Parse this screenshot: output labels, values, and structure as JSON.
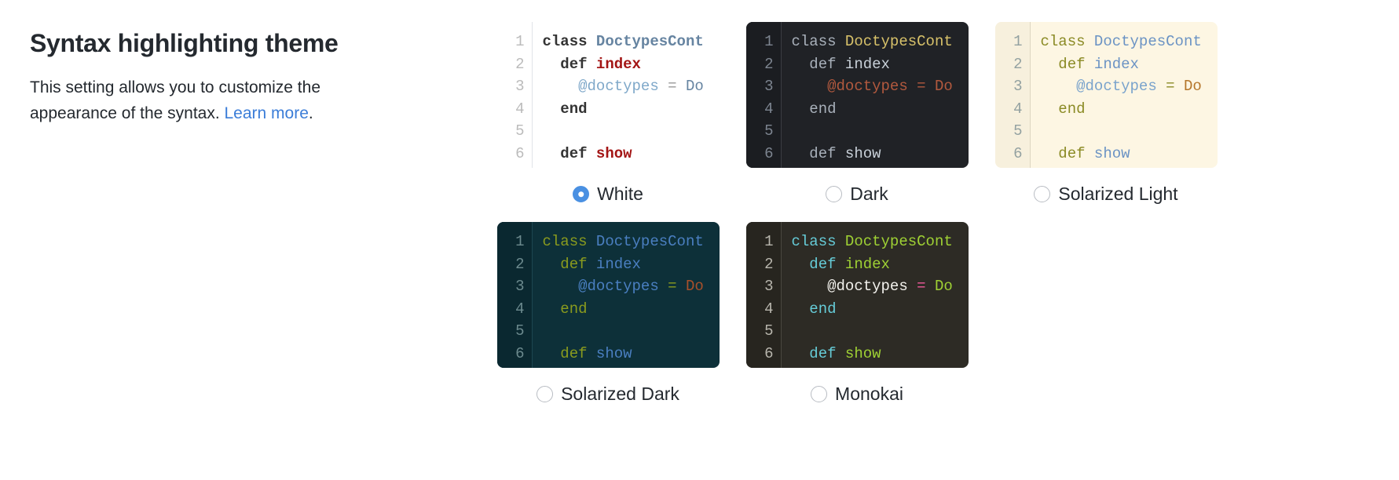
{
  "setting": {
    "title": "Syntax highlighting theme",
    "description_before_link": "This setting allows you to customize the appearance of the syntax. ",
    "link_label": "Learn more",
    "description_after_link": "."
  },
  "code_sample": {
    "line_numbers": [
      "1",
      "2",
      "3",
      "4",
      "5",
      "6"
    ],
    "lines": [
      [
        {
          "t": "class ",
          "c": "kw"
        },
        {
          "t": "DoctypesCont",
          "c": "cls"
        }
      ],
      [
        {
          "t": "  def ",
          "c": "kw"
        },
        {
          "t": "index",
          "c": "fn"
        }
      ],
      [
        {
          "t": "    ",
          "c": "plain"
        },
        {
          "t": "@doctypes",
          "c": "ivar"
        },
        {
          "t": " = ",
          "c": "op"
        },
        {
          "t": "Do",
          "c": "konst"
        }
      ],
      [
        {
          "t": "  end",
          "c": "kw"
        }
      ],
      [
        {
          "t": "",
          "c": "plain"
        }
      ],
      [
        {
          "t": "  def ",
          "c": "kw"
        },
        {
          "t": "show",
          "c": "fn"
        }
      ]
    ]
  },
  "themes": [
    {
      "id": "white",
      "label": "White",
      "class": "t-white",
      "selected": true,
      "colors": {
        "background": "#ffffff",
        "gutter_background": "#ffffff",
        "gutter_text": "#bbbbbb",
        "keyword": "#333333",
        "class_name": "#6684a1",
        "function": "#a31515",
        "ivar": "#7fa8c9",
        "operator": "#999999",
        "constant": "#6684a1"
      }
    },
    {
      "id": "dark",
      "label": "Dark",
      "class": "t-dark",
      "selected": false,
      "colors": {
        "background": "#202226",
        "gutter_background": "#1b1d21",
        "gutter_text": "#7d8590",
        "keyword": "#a9b1bb",
        "class_name": "#d8c26a",
        "function": "#c9d1d9",
        "ivar": "#b2593e",
        "operator": "#b2593e",
        "constant": "#b2593e"
      }
    },
    {
      "id": "solarized-light",
      "label": "Solarized Light",
      "class": "t-sollight",
      "selected": false,
      "colors": {
        "background": "#fdf6e3",
        "gutter_background": "#f7f0dd",
        "gutter_text": "#93a1a1",
        "keyword": "#8a8a24",
        "class_name": "#6b93c4",
        "function": "#6b93c4",
        "ivar": "#7aa3cc",
        "operator": "#8a8a24",
        "constant": "#b5762a"
      }
    },
    {
      "id": "solarized-dark",
      "label": "Solarized Dark",
      "class": "t-soldark",
      "selected": false,
      "colors": {
        "background": "#0d3039",
        "gutter_background": "#0a2830",
        "gutter_text": "#6c8a8e",
        "keyword": "#8a9b1e",
        "class_name": "#4a7fc1",
        "function": "#4a7fc1",
        "ivar": "#4a7fc1",
        "operator": "#8a9b1e",
        "constant": "#a8502a"
      }
    },
    {
      "id": "monokai",
      "label": "Monokai",
      "class": "t-monokai",
      "selected": false,
      "colors": {
        "background": "#2d2b25",
        "gutter_background": "#27251f",
        "gutter_text": "#b8b6ad",
        "keyword": "#66ccd8",
        "class_name": "#9fd134",
        "function": "#9fd134",
        "ivar": "#f3f2ed",
        "operator": "#f0599b",
        "constant": "#9fd134"
      }
    }
  ],
  "accent_color": "#4a90e2",
  "link_color": "#3b7dd8"
}
